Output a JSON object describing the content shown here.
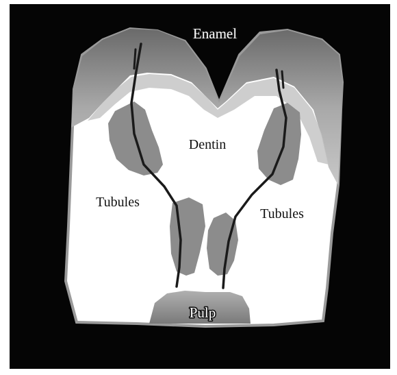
{
  "labels": {
    "enamel": "Enamel",
    "dentin": "Dentin",
    "tubules_left": "Tubules",
    "tubules_right": "Tubules",
    "pulp": "Pulp"
  },
  "colors": {
    "background": "#050505",
    "enamel": "#8a8a8a",
    "dentin": "#ffffff",
    "gray_zone": "#8c8c8c",
    "pulp": "#9e9e9e",
    "tubule": "#1a1a1a"
  }
}
